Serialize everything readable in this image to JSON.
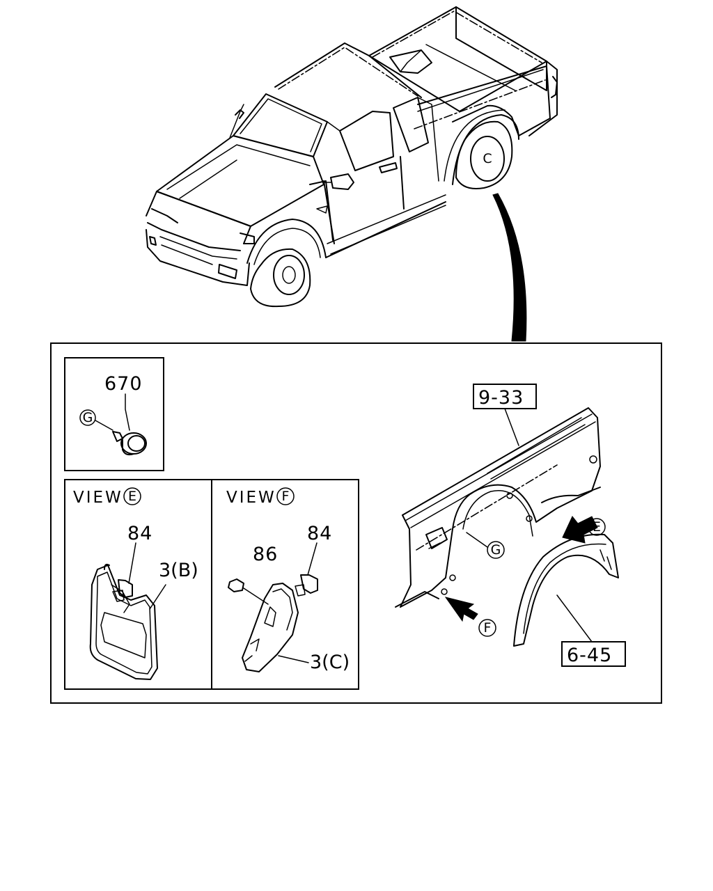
{
  "panels": {
    "clip_panel": {
      "part_number": "670",
      "marker": "G"
    },
    "view_e": {
      "view_word": "VIEW",
      "view_marker": "E",
      "clip_part": "84",
      "mudguard_part": "3(B)"
    },
    "view_f": {
      "view_word": "VIEW",
      "view_marker": "F",
      "bracket_part": "86",
      "clip_part": "84",
      "mudguard_part": "3(C)"
    }
  },
  "callouts": {
    "body_side_panel_ref": "9-33",
    "wheel_arch_ref": "6-45",
    "marker_c": "C",
    "marker_g": "G",
    "marker_e": "E",
    "marker_f": "F"
  }
}
